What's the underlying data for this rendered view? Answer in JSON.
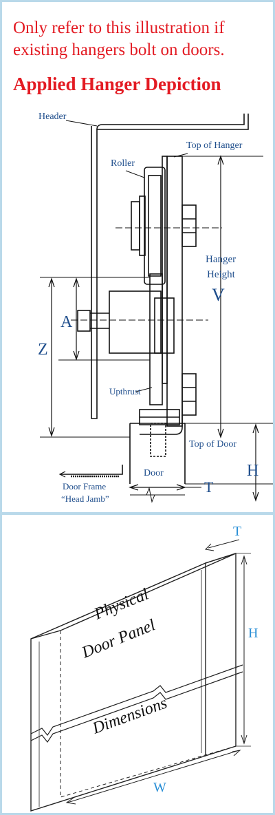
{
  "note": {
    "line1": "Only refer to this illustration if",
    "line2": "existing hangers bolt on doors."
  },
  "heading": "Applied Hanger Depiction",
  "hanger_diagram": {
    "header": "Header",
    "top_of_hanger": "Top of Hanger",
    "roller": "Roller",
    "hanger_height_1": "Hanger",
    "hanger_height_2": "Height",
    "v": "V",
    "a": "A",
    "z": "Z",
    "upthrust": "Upthrust",
    "top_of_door": "Top of Door",
    "h": "H",
    "door": "Door",
    "t": "T",
    "door_frame_1": "Door Frame",
    "door_frame_2": "“Head Jamb”"
  },
  "panel_diagram": {
    "physical": "Physical",
    "door_panel": "Door Panel",
    "dimensions": "Dimensions",
    "t": "T",
    "h": "H",
    "w": "W"
  },
  "colors": {
    "frame": "#b9d9ea",
    "red_text": "#e31b23",
    "blue_label": "#1f4e8c",
    "light_blue_label": "#2a8fd6",
    "line": "#111111"
  }
}
